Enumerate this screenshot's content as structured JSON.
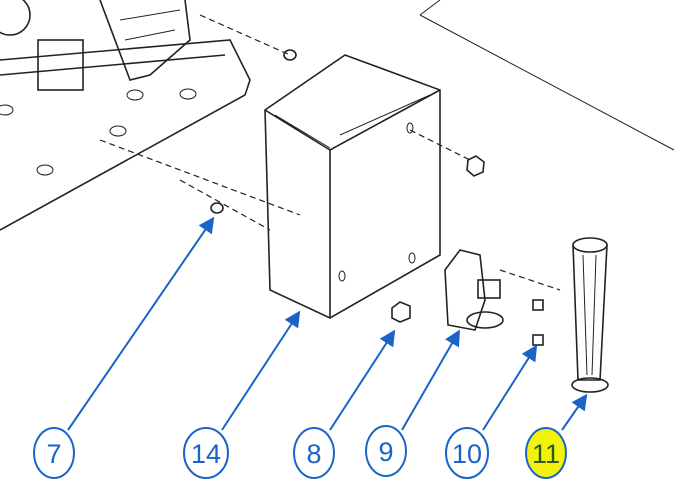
{
  "callouts": [
    {
      "label": "7",
      "highlighted": false
    },
    {
      "label": "14",
      "highlighted": false
    },
    {
      "label": "8",
      "highlighted": false
    },
    {
      "label": "9",
      "highlighted": false
    },
    {
      "label": "10",
      "highlighted": false
    },
    {
      "label": "11",
      "highlighted": true
    }
  ],
  "colors": {
    "callout": "#1a64c8",
    "highlight": "#f2f20a",
    "line": "#222222"
  }
}
